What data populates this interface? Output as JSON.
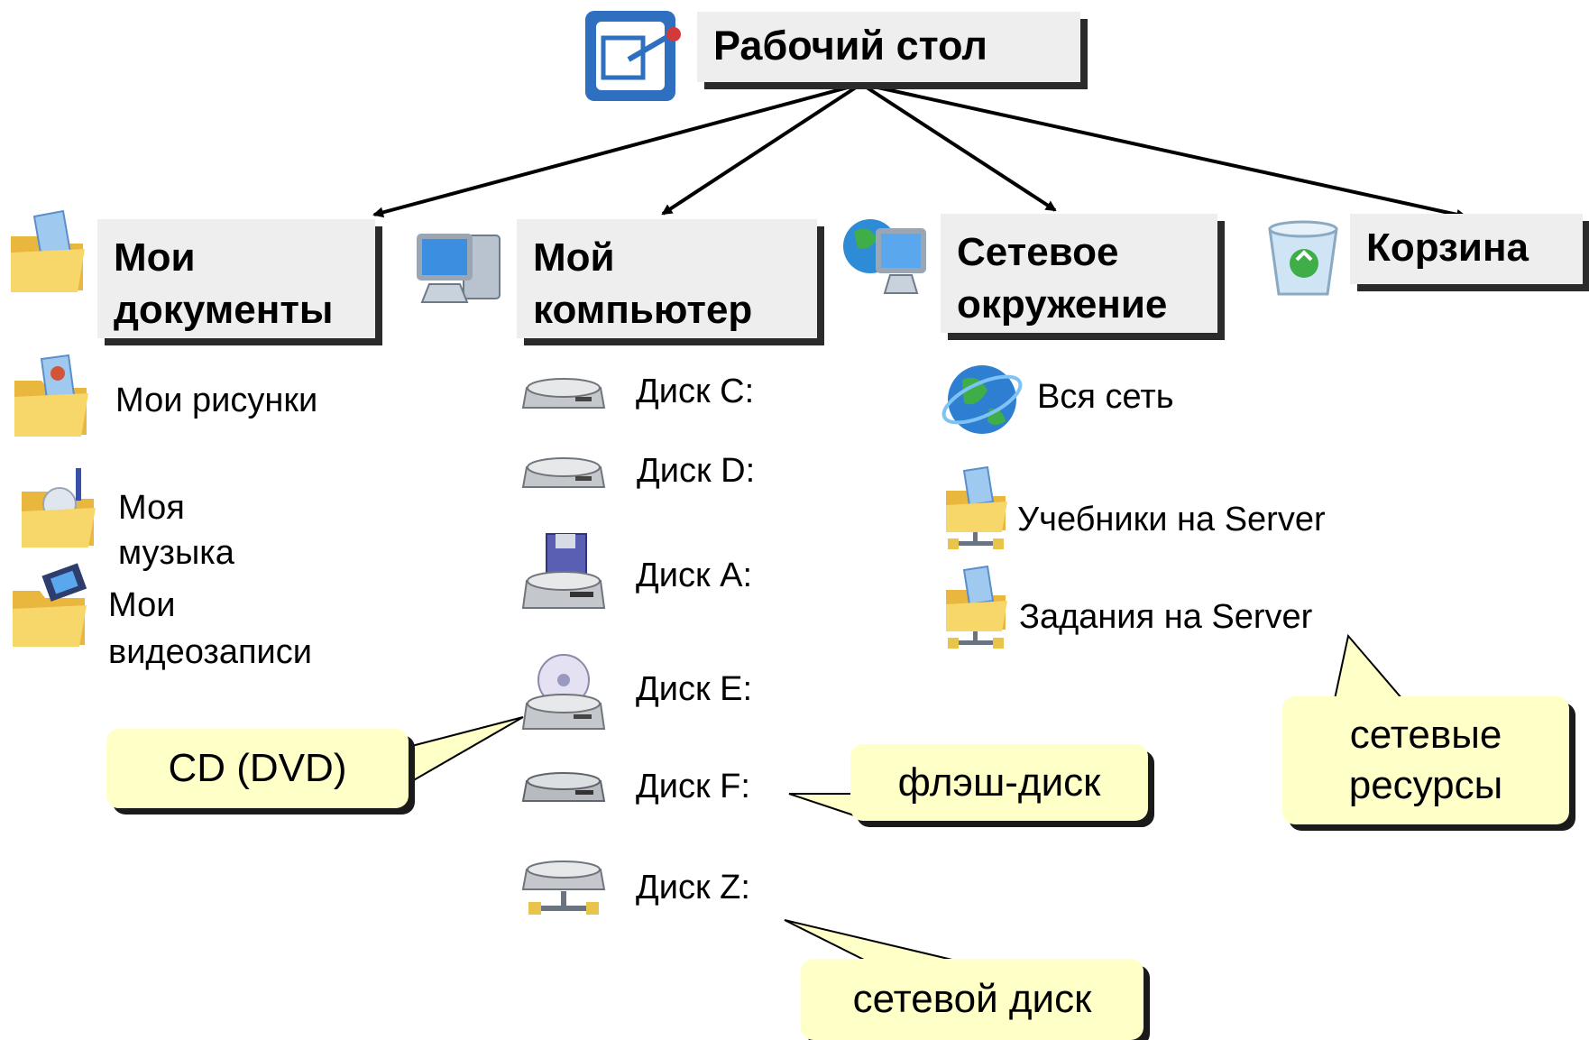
{
  "root": {
    "label": "Рабочий стол",
    "icon": "desktop-icon"
  },
  "categories": {
    "my_documents": {
      "line1": "Мои",
      "line2": "документы",
      "icon": "my-documents-folder-icon"
    },
    "my_computer": {
      "line1": "Мой",
      "line2": "компьютер",
      "icon": "my-computer-icon"
    },
    "network": {
      "line1": "Сетевое",
      "line2": "окружение",
      "icon": "network-icon"
    },
    "recycle_bin": {
      "label": "Корзина",
      "icon": "recycle-bin-icon"
    }
  },
  "documents_items": {
    "pictures": "Мои рисунки",
    "music_line1": "Моя",
    "music_line2": "музыка",
    "video_line1": "Мои",
    "video_line2": "видеозаписи"
  },
  "computer_items": {
    "disk_c": "Диск C:",
    "disk_d": "Диск D:",
    "disk_a": "Диск A:",
    "disk_e": "Диск E:",
    "disk_f": "Диск F:",
    "disk_z": "Диск Z:"
  },
  "network_items": {
    "entire_network": "Вся сеть",
    "textbooks": "Учебники на Server",
    "assignments": "Задания на Server"
  },
  "callouts": {
    "cd": "CD (DVD)",
    "flash": "флэш-диск",
    "network_disk": "сетевой диск",
    "resources_line1": "сетевые",
    "resources_line2": "ресурсы"
  },
  "colors": {
    "box": "#eeeeee",
    "shadow": "#2b2b2b",
    "callout": "#ffffc8",
    "folder": "#f7d66a"
  }
}
